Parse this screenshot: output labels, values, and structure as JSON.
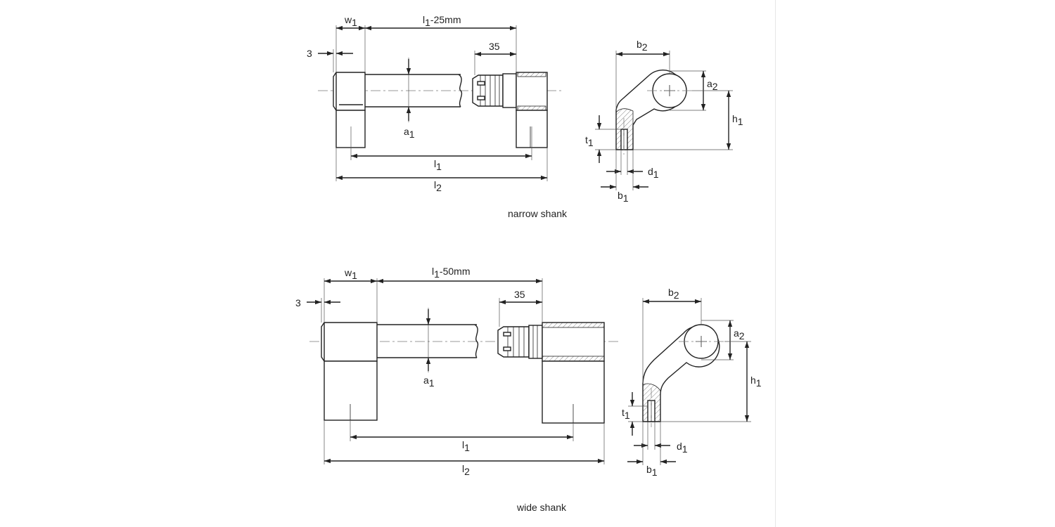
{
  "views": [
    {
      "caption": "narrow shank",
      "labels": {
        "w": "w",
        "w_sub": "1",
        "l_top": "l",
        "l_top_sub": "1",
        "l_top_suffix": "-25mm",
        "three": "3",
        "thirtyfive": "35",
        "a1": "a",
        "a1_sub": "1",
        "l1": "l",
        "l1_sub": "1",
        "l2": "l",
        "l2_sub": "2",
        "b2": "b",
        "b2_sub": "2",
        "a2": "a",
        "a2_sub": "2",
        "h1": "h",
        "h1_sub": "1",
        "t1": "t",
        "t1_sub": "1",
        "d1": "d",
        "d1_sub": "1",
        "b1": "b",
        "b1_sub": "1"
      }
    },
    {
      "caption": "wide shank",
      "labels": {
        "w": "w",
        "w_sub": "1",
        "l_top": "l",
        "l_top_sub": "1",
        "l_top_suffix": "-50mm",
        "three": "3",
        "thirtyfive": "35",
        "a1": "a",
        "a1_sub": "1",
        "l1": "l",
        "l1_sub": "1",
        "l2": "l",
        "l2_sub": "2",
        "b2": "b",
        "b2_sub": "2",
        "a2": "a",
        "a2_sub": "2",
        "h1": "h",
        "h1_sub": "1",
        "t1": "t",
        "t1_sub": "1",
        "d1": "d",
        "d1_sub": "1",
        "b1": "b",
        "b1_sub": "1"
      }
    }
  ]
}
